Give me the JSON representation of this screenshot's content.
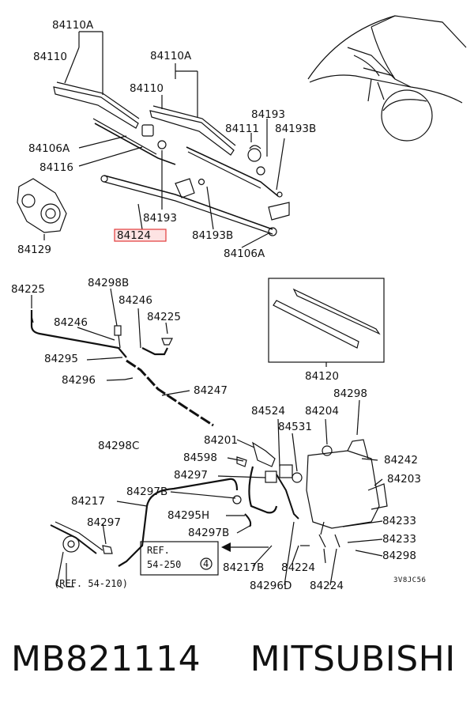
{
  "labels": {
    "p84110A_top": "84110A",
    "p84110_left": "84110",
    "p84110A_right": "84110A",
    "p84110_right": "84110",
    "p84193_top": "84193",
    "p84111": "84111",
    "p84193B_top": "84193B",
    "p84106A_left": "84106A",
    "p84116": "84116",
    "p84193_mid": "84193",
    "p84124": "84124",
    "p84193B_mid": "84193B",
    "p84106A_right": "84106A",
    "p84129": "84129",
    "p84225_left": "84225",
    "p84298B": "84298B",
    "p84246_top": "84246",
    "p84246_left": "84246",
    "p84225_right": "84225",
    "p84295": "84295",
    "p84296": "84296",
    "p84247": "84247",
    "p84120": "84120",
    "p84298_top": "84298",
    "p84524": "84524",
    "p84204": "84204",
    "p84531": "84531",
    "p84201": "84201",
    "p84298C": "84298C",
    "p84242": "84242",
    "p84598": "84598",
    "p84297_top": "84297",
    "p84203": "84203",
    "p84297B_top": "84297B",
    "p84217": "84217",
    "p84295H": "84295H",
    "p84297_left": "84297",
    "p84297B_bot": "84297B",
    "p84233_a": "84233",
    "p84233_b": "84233",
    "p84298_bot": "84298",
    "p84217B": "84217B",
    "p84224_a": "84224",
    "p84296D": "84296D",
    "p84224_b": "84224",
    "ref_box_line1": "REF.",
    "ref_box_line2": "54-250",
    "ref_box_circle": "4",
    "ref_bottom": "(REF. 54-210)",
    "drawing_code": "3V8JC56"
  },
  "highlight_color": "#e23b3b",
  "highlight_fill": "#fde3e3",
  "footer": {
    "part_number": "MB821114",
    "brand": "MITSUBISHI"
  }
}
